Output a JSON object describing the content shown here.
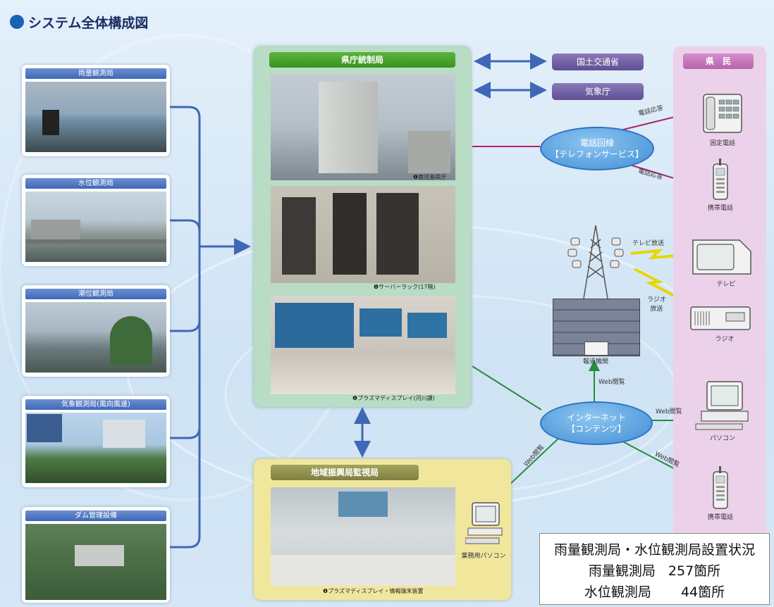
{
  "title": "システム全体構成図",
  "stations": [
    {
      "label": "雨量観測局"
    },
    {
      "label": "水位観測局"
    },
    {
      "label": "潮位観測局"
    },
    {
      "label": "気象観測局(風向風速)"
    },
    {
      "label": "ダム管理設備"
    }
  ],
  "hq": {
    "header": "県庁統制局",
    "photos": [
      {
        "caption": "❶鹿児島県庁"
      },
      {
        "caption": "❶サーバーラック(17階)"
      },
      {
        "caption": "❶プラズマディスプレイ(河川課)"
      }
    ]
  },
  "agencies": [
    "国土交通省",
    "気象庁"
  ],
  "citizen": {
    "header": "県　民"
  },
  "telephone": {
    "line1": "電話回線",
    "line2": "【テレフォンサービス】"
  },
  "internet": {
    "line1": "インターネット",
    "line2": "【コンテンツ】"
  },
  "edges": {
    "call_response_1": "電話応答",
    "call_response_2": "電話応答",
    "tv_broadcast": "テレビ放送",
    "radio_broadcast": "ラジオ\n放送",
    "web_1": "Web閲覧",
    "web_2": "Web閲覧",
    "web_3": "Web閲覧",
    "web_4": "Web閲覧"
  },
  "devices": {
    "landline": "固定電話",
    "mobile1": "携帯電話",
    "tv": "テレビ",
    "radio": "ラジオ",
    "broadcaster": "報道機関",
    "pc": "パソコン",
    "mobile2": "携帯電話",
    "work_pc": "業務用パソコン"
  },
  "region": {
    "header": "地域振興局監視局",
    "caption": "❶プラズマディスプレイ・情報端末装置"
  },
  "summary": {
    "title": "雨量観測局・水位観測局設置状況",
    "rain_label": "雨量観測局",
    "rain_count": "257箇所",
    "water_label": "水位観測局",
    "water_count": "44箇所"
  },
  "colors": {
    "station_link": "#3f67b8",
    "agency_link": "#3f67b8",
    "phone_link": "#b0246e",
    "internet_link": "#2a8a3e",
    "broadcast": "#e6d600"
  }
}
